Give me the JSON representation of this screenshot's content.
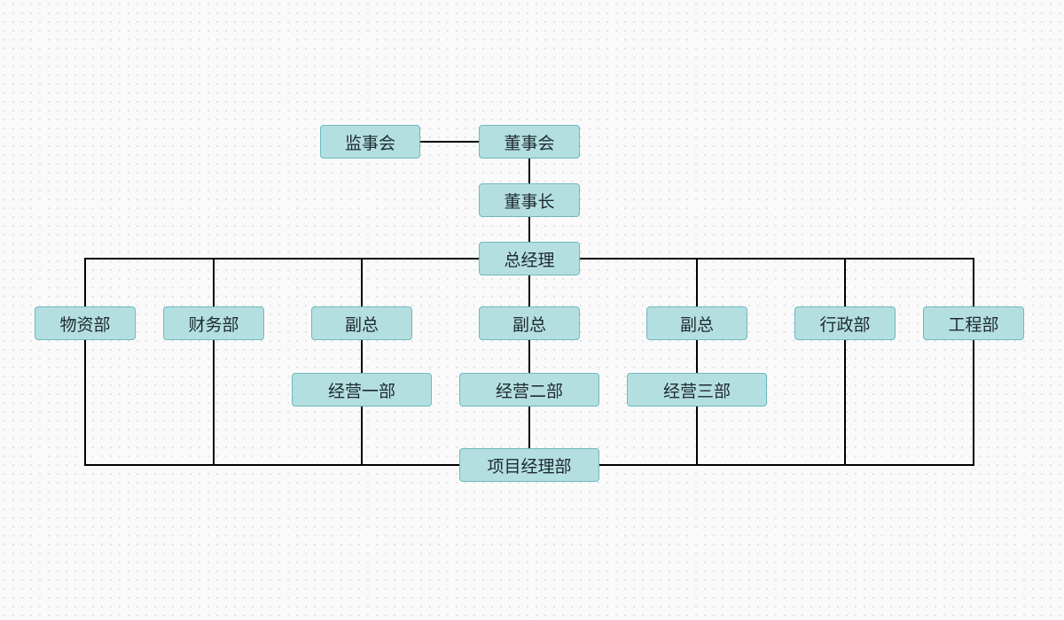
{
  "org_chart": {
    "supervisory_board": "监事会",
    "board_of_directors": "董事会",
    "chairman": "董事长",
    "general_manager": "总经理",
    "materials_dept": "物资部",
    "finance_dept": "财务部",
    "vice_gm_left": "副总",
    "vice_gm_center": "副总",
    "vice_gm_right": "副总",
    "admin_dept": "行政部",
    "engineering_dept": "工程部",
    "business_dept_1": "经营一部",
    "business_dept_2": "经营二部",
    "business_dept_3": "经营三部",
    "project_management_dept": "项目经理部"
  },
  "colors": {
    "node_fill": "#b4dfe0",
    "node_border": "#6fb9be",
    "connector": "#000000"
  }
}
